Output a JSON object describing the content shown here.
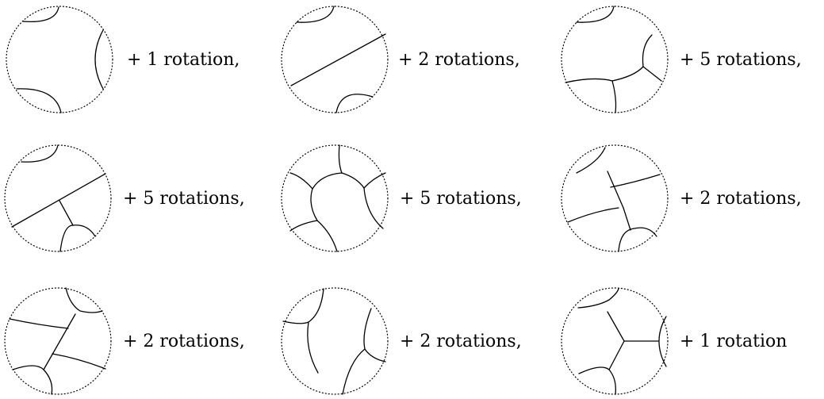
{
  "diagrams": [
    {
      "caption": "+ 1 rotation,"
    },
    {
      "caption": "+ 2 rotations,"
    },
    {
      "caption": "+ 5 rotations,"
    },
    {
      "caption": "+ 5 rotations,"
    },
    {
      "caption": "+ 5 rotations,"
    },
    {
      "caption": "+ 2 rotations,"
    },
    {
      "caption": "+ 2 rotations,"
    },
    {
      "caption": "+ 2 rotations,"
    },
    {
      "caption": "+ 1 rotation"
    }
  ]
}
